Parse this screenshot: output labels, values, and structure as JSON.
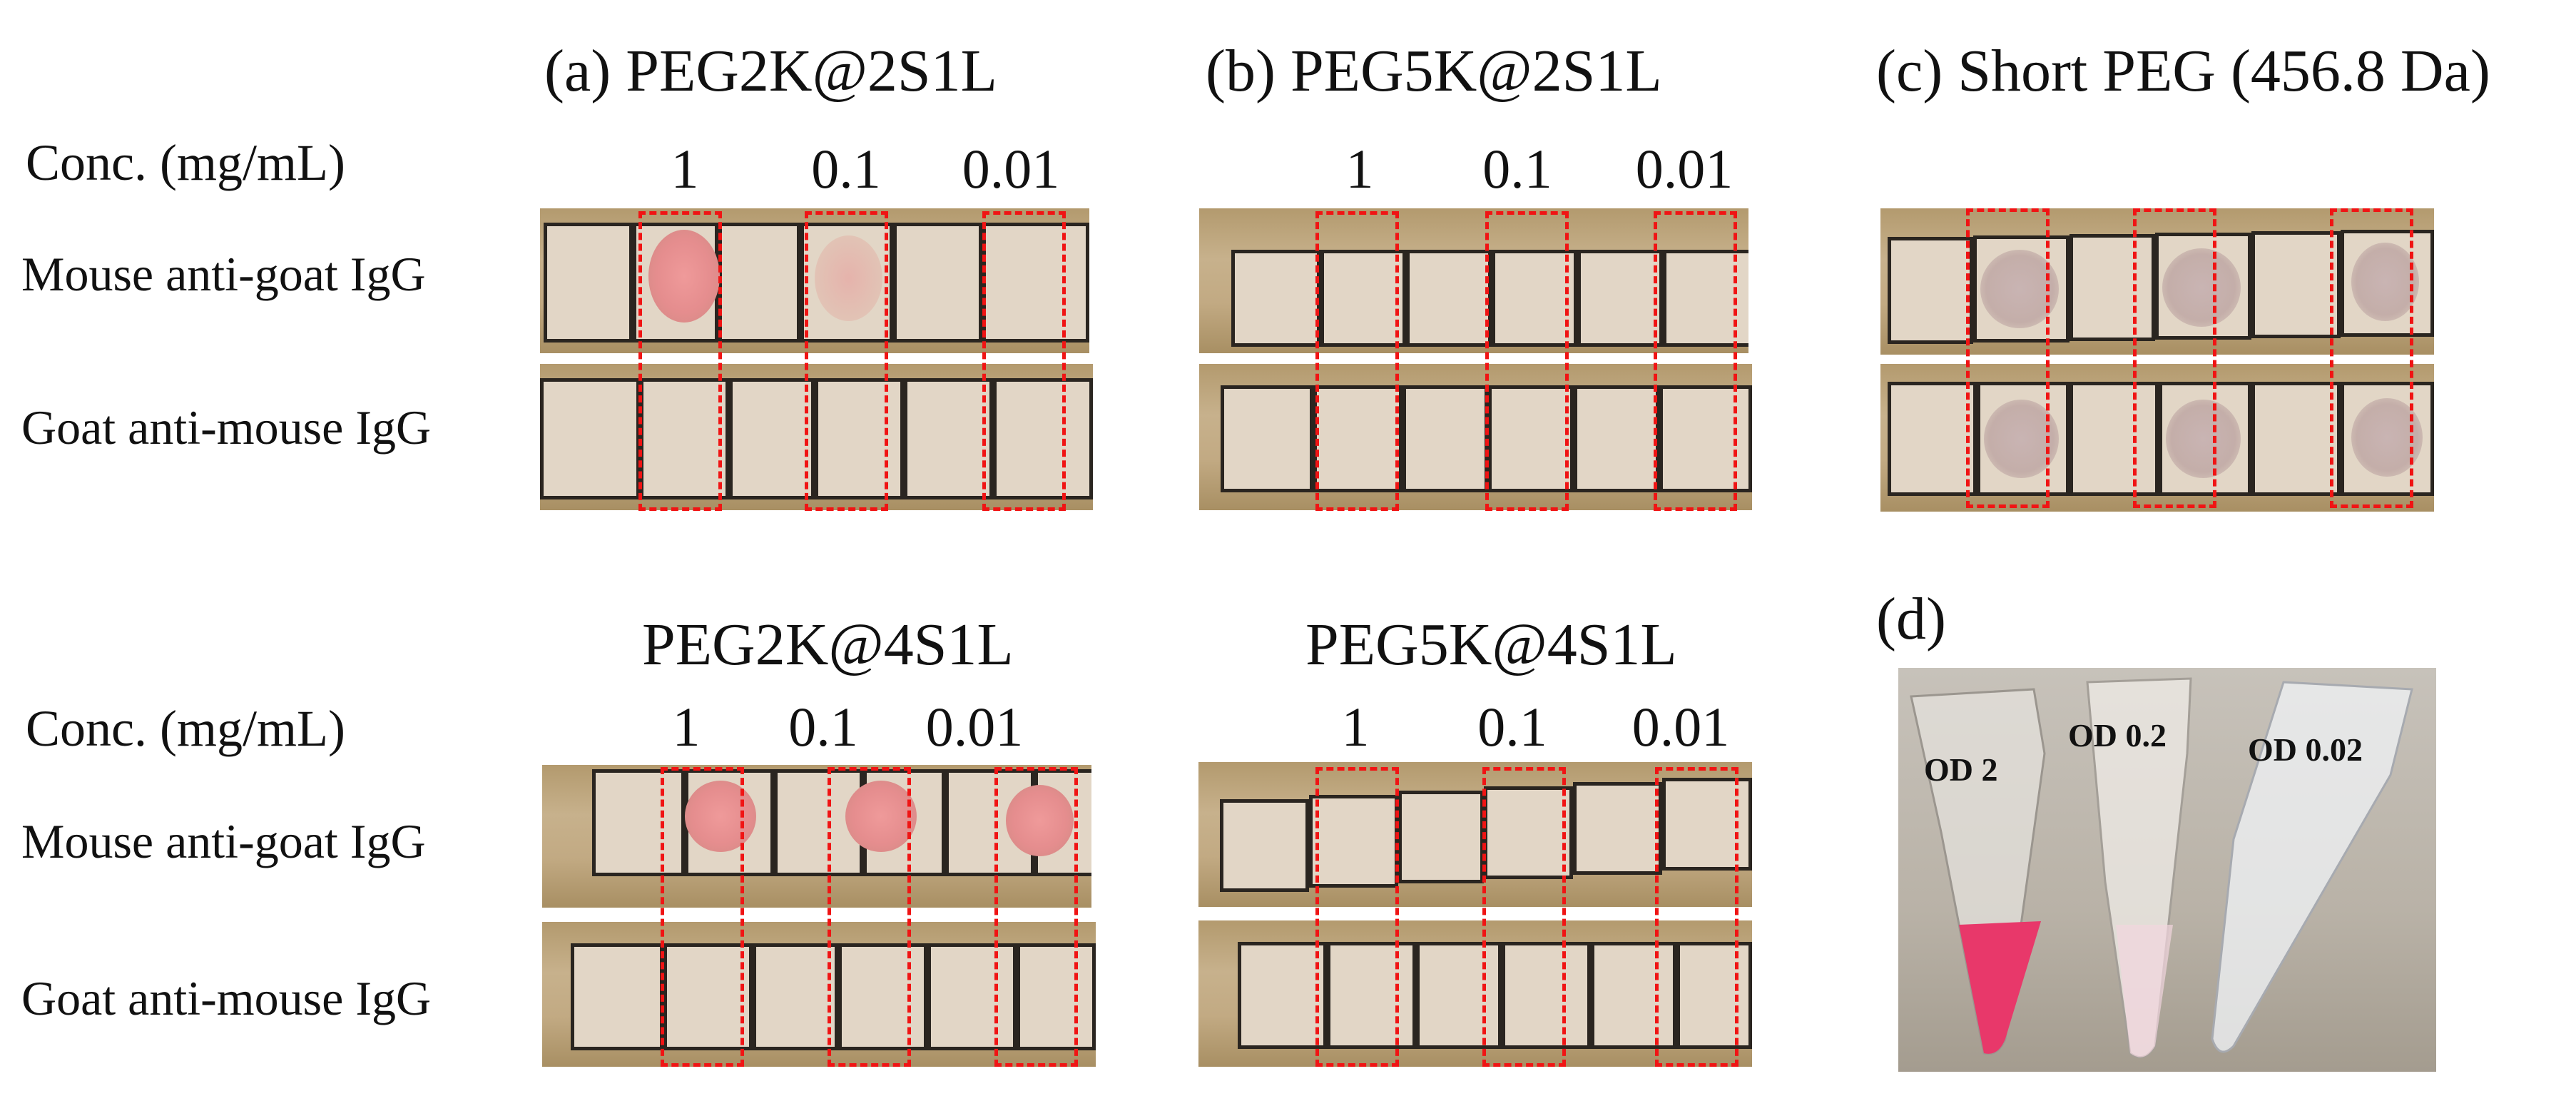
{
  "panels": {
    "a": {
      "title": "(a) PEG2K@2S1L"
    },
    "b": {
      "title": "(b) PEG5K@2S1L"
    },
    "c": {
      "title": "(c) Short PEG (456.8 Da)"
    },
    "d": {
      "title": "(d)"
    },
    "a2": {
      "title": "PEG2K@4S1L"
    },
    "b2": {
      "title": "PEG5K@4S1L"
    }
  },
  "conc_label": "Conc. (mg/mL)",
  "row_labels": {
    "mouse": "Mouse anti-goat IgG",
    "goat": "Goat anti-mouse IgG"
  },
  "concentrations": [
    "1",
    "0.1",
    "0.01"
  ],
  "tubes": [
    "OD 2",
    "OD 0.2",
    "OD 0.02"
  ],
  "colors": {
    "highlight_box": "#f01414",
    "positive_spot": "#e58d8e",
    "tube_liquid": "#e8386a"
  }
}
